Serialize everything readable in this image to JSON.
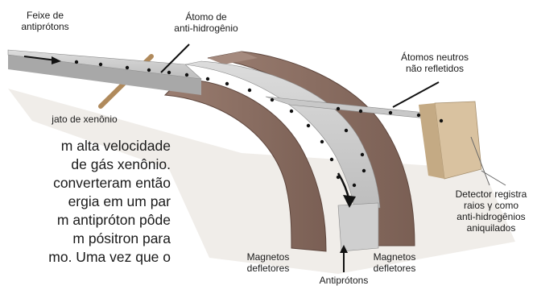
{
  "labels": {
    "beam": [
      "Feixe de",
      "antiprótons"
    ],
    "atom": [
      "Átomo de",
      "anti-hidrogênio"
    ],
    "neutral": [
      "Átomos neutros",
      "não refletidos"
    ],
    "xenon": "jato de xenônio",
    "detector": [
      "Detector registra",
      "raios γ como",
      "anti-hidrogênios",
      "aniquilados"
    ],
    "magnets_left": [
      "Magnetos",
      "defletores"
    ],
    "magnets_right": [
      "Magnetos",
      "defletores"
    ],
    "antiprotons": "Antiprótons"
  },
  "body_text": [
    "m alta velocidade",
    "de gás xenônio.",
    "converteram então",
    "ergia em um par",
    "m antipróton pôde",
    "m pósitron para",
    "mo. Uma vez que o"
  ],
  "colors": {
    "magnet": "#8c6f63",
    "magnet_dark": "#6e544a",
    "beam_top": "#cfcfcf",
    "beam_side": "#9e9e9e",
    "detector": "#d8c2a0",
    "floor": "#e6e3dc"
  }
}
